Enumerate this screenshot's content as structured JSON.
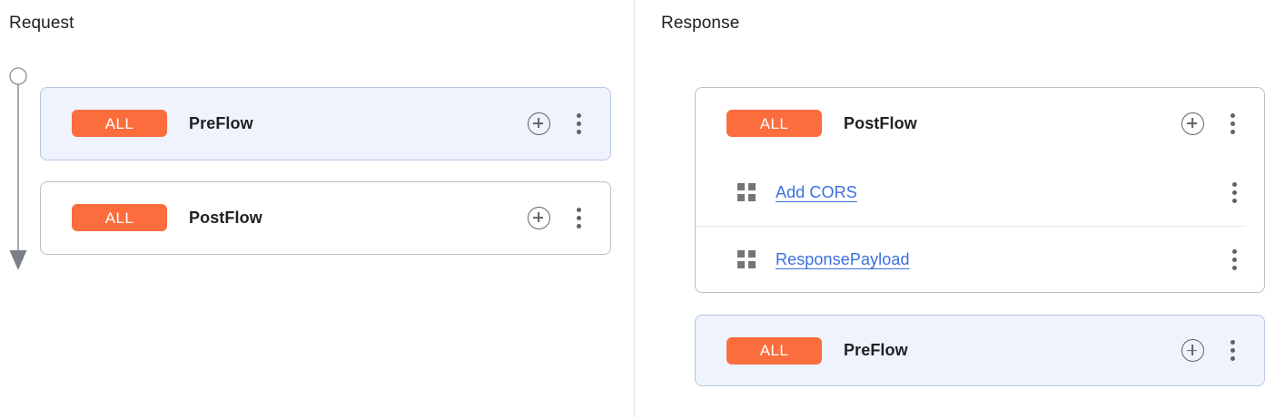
{
  "divider": {
    "color": "#e4e6e9"
  },
  "theme": {
    "badge_color": "#fb6d3d",
    "selected_card_bg": "#eef3fd",
    "link_color": "#3b6fe0",
    "icon_color": "#5f6368",
    "card_border": "#bcc0c6"
  },
  "request": {
    "title": "Request",
    "arrow": {
      "direction": "down",
      "start_marker": "circle",
      "end_marker": "arrowhead"
    },
    "cards": [
      {
        "selected": true,
        "flow": {
          "badge": "ALL",
          "name": "PreFlow",
          "add_icon": "plus-circle-icon",
          "menu_icon": "more-vert-icon"
        },
        "policies": []
      },
      {
        "selected": false,
        "flow": {
          "badge": "ALL",
          "name": "PostFlow",
          "add_icon": "plus-circle-icon",
          "menu_icon": "more-vert-icon"
        },
        "policies": []
      }
    ]
  },
  "response": {
    "title": "Response",
    "arrow": {
      "direction": "up",
      "start_marker": "circle",
      "end_marker": "arrowhead"
    },
    "cards": [
      {
        "selected": false,
        "flow": {
          "badge": "ALL",
          "name": "PostFlow",
          "add_icon": "plus-circle-icon",
          "menu_icon": "more-vert-icon"
        },
        "policies": [
          {
            "icon": "policy-grid-icon",
            "name": "Add CORS",
            "menu_icon": "more-vert-icon"
          },
          {
            "icon": "policy-grid-icon",
            "name": "ResponsePayload",
            "menu_icon": "more-vert-icon"
          }
        ]
      },
      {
        "selected": true,
        "flow": {
          "badge": "ALL",
          "name": "PreFlow",
          "add_icon": "plus-circle-icon",
          "menu_icon": "more-vert-icon"
        },
        "policies": []
      }
    ]
  }
}
